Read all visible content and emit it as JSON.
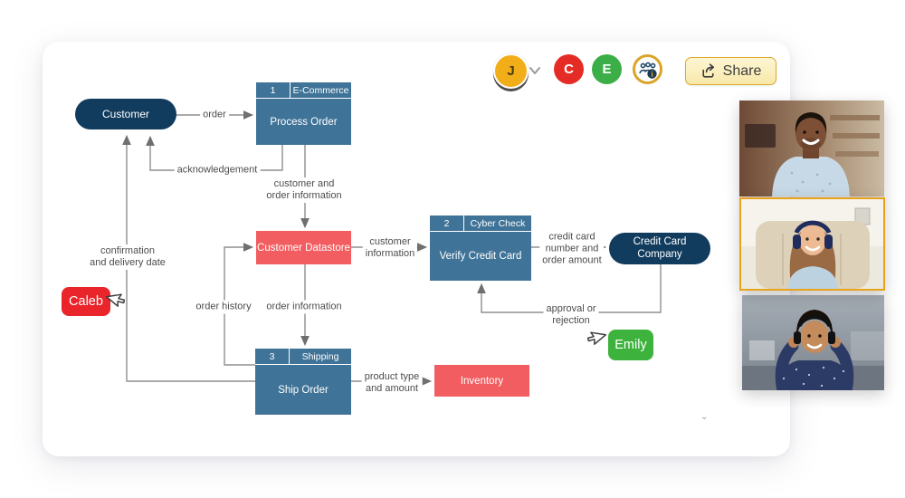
{
  "header": {
    "user_avatar": {
      "initial": "J",
      "color": "#f2ae19"
    },
    "collaborator_avatars": [
      {
        "initial": "C",
        "color": "#e52b25"
      },
      {
        "initial": "E",
        "color": "#3cae47"
      }
    ],
    "share_button": {
      "label": "Share"
    }
  },
  "diagram": {
    "nodes": {
      "customer": {
        "label": "Customer",
        "color": "#123c5e"
      },
      "process_order": {
        "number": "1",
        "title": "E-Commerce",
        "label": "Process Order",
        "color": "#3f7397"
      },
      "customer_datastore": {
        "label": "Customer Datastore",
        "color": "#f15d60"
      },
      "verify_credit_card": {
        "number": "2",
        "title": "Cyber Check",
        "label": "Verify Credit Card",
        "color": "#3f7397"
      },
      "credit_card_company": {
        "label": "Credit Card\nCompany",
        "color": "#123c5e"
      },
      "ship_order": {
        "number": "3",
        "title": "Shipping",
        "label": "Ship Order",
        "color": "#3f7397"
      },
      "inventory": {
        "label": "Inventory",
        "color": "#f15d60"
      }
    },
    "flow_labels": {
      "order": "order",
      "acknowledgement": "acknowledgement",
      "customer_order_info": "customer and\norder information",
      "confirmation": "confirmation\nand delivery date",
      "order_history": "order history",
      "order_information": "order information",
      "customer_information": "customer\ninformation",
      "credit_card": "credit card\nnumber and\norder amount",
      "approval": "approval or\nrejection",
      "product_type": "product type\nand amount"
    }
  },
  "collaboration": {
    "cursors": [
      {
        "name": "Caleb",
        "color": "#e9242b"
      },
      {
        "name": "Emily",
        "color": "#3db33d"
      }
    ]
  },
  "video_call": {
    "participants": [
      {
        "alt": "man in light patterned shirt smiling"
      },
      {
        "alt": "woman with headphones in bright room",
        "highlighted": true
      },
      {
        "alt": "woman with headset in office"
      }
    ]
  }
}
